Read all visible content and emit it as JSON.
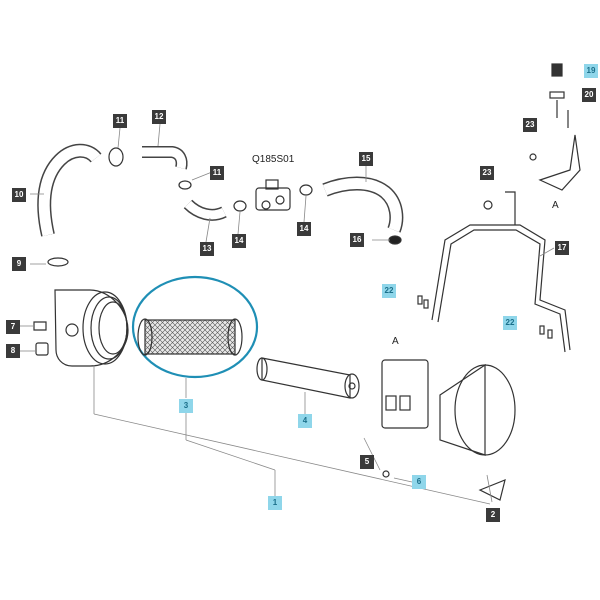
{
  "assembly_code": "Q185S01",
  "callouts": {
    "c1": "1",
    "c2": "2",
    "c3": "3",
    "c4": "4",
    "c5": "5",
    "c6": "6",
    "c7": "7",
    "c8": "8",
    "c9": "9",
    "c10": "10",
    "c11a": "11",
    "c11b": "11",
    "c12": "12",
    "c13": "13",
    "c14a": "14",
    "c14b": "14",
    "c15": "15",
    "c16": "16",
    "c17": "17",
    "c19": "19",
    "c20": "20",
    "c22a": "22",
    "c22b": "22",
    "c23a": "23",
    "c23b": "23"
  },
  "view_letters": {
    "a_top": "A",
    "a_bottom": "A"
  },
  "colors": {
    "highlight": "#1f8fb5",
    "tag_dark": "#3a3a3a",
    "tag_cyan": "#8fd6ea"
  }
}
